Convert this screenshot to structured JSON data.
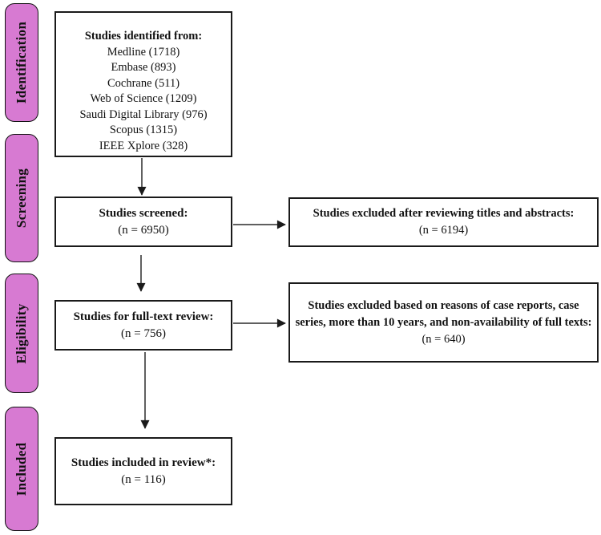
{
  "figure": {
    "type": "prisma-flow-diagram"
  },
  "colors": {
    "stage_fill": "#d77ad2",
    "border": "#1a1a1a"
  },
  "stages": [
    {
      "label": "Identification"
    },
    {
      "label": "Screening"
    },
    {
      "label": "Eligibility"
    },
    {
      "label": "Included"
    }
  ],
  "boxes": {
    "identified": {
      "title": "Studies identified from:",
      "sources": [
        "Medline (1718)",
        "Embase (893)",
        "Cochrane (511)",
        "Web of Science (1209)",
        "Saudi Digital Library (976)",
        "Scopus (1315)",
        "IEEE Xplore (328)"
      ]
    },
    "screened": {
      "title": "Studies screened:",
      "count": "(n = 6950)"
    },
    "excluded_titles_abstracts": {
      "title": "Studies excluded after reviewing titles and abstracts:",
      "count": "(n = 6194)"
    },
    "full_text": {
      "title": "Studies for full-text review:",
      "count": "(n = 756)"
    },
    "excluded_full_text": {
      "title": "Studies excluded based on reasons of case reports, case series, more than 10 years, and non-availability of full texts:",
      "count": "(n = 640)"
    },
    "included": {
      "title": "Studies included in review*:",
      "count": "(n = 116)"
    }
  }
}
